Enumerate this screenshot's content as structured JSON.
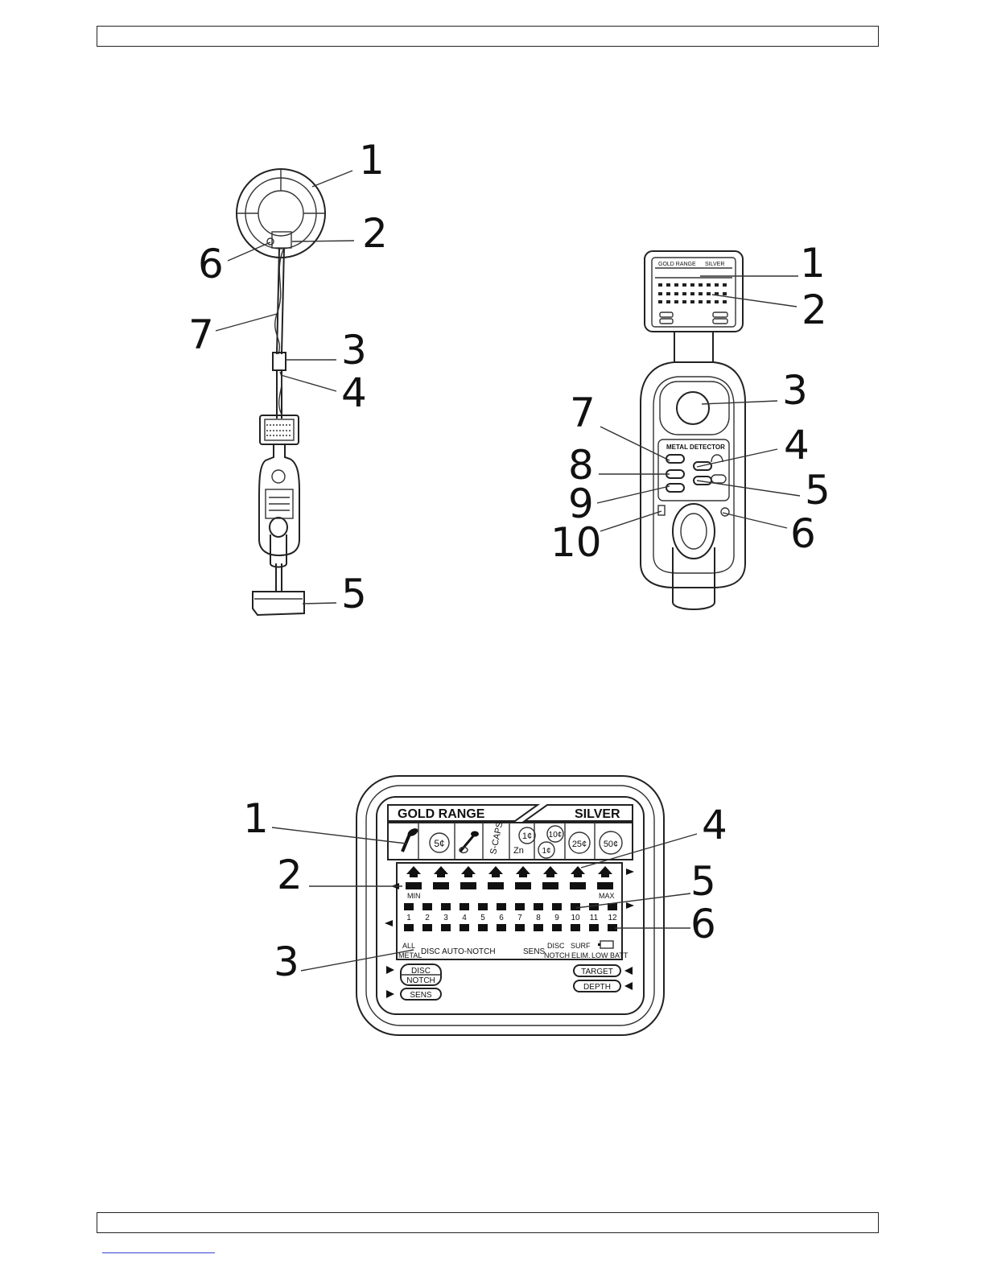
{
  "figure1": {
    "callouts": [
      "1",
      "2",
      "6",
      "7",
      "3",
      "4",
      "5"
    ]
  },
  "figure2": {
    "callouts": [
      "1",
      "2",
      "3",
      "7",
      "4",
      "8",
      "5",
      "9",
      "6",
      "10"
    ],
    "panel": {
      "screen_header_left": "GOLD RANGE",
      "screen_header_right": "SILVER",
      "label": "METAL DETECTOR"
    }
  },
  "figure3": {
    "callouts": [
      "1",
      "2",
      "3",
      "4",
      "5",
      "6"
    ],
    "header_left": "GOLD RANGE",
    "header_right": "SILVER",
    "target_icons": [
      "5¢",
      "S-CAPS",
      "Zn",
      "1¢",
      "10¢",
      "1¢",
      "25¢",
      "50¢"
    ],
    "scale_min": "MIN",
    "scale_max": "MAX",
    "numbers": [
      "1",
      "2",
      "3",
      "4",
      "5",
      "6",
      "7",
      "8",
      "9",
      "10",
      "11",
      "12"
    ],
    "mode_labels": {
      "all": "ALL",
      "metal": "METAL",
      "disc_auto_notch": "DISC AUTO-NOTCH",
      "sens": "SENS",
      "disc": "DISC",
      "notch": "NOTCH",
      "surf": "SURF",
      "elim": "ELIM.",
      "low_batt": "LOW BATT"
    },
    "buttons": {
      "disc": "DISC",
      "notch": "NOTCH",
      "sens": "SENS",
      "target": "TARGET",
      "depth": "DEPTH"
    }
  }
}
